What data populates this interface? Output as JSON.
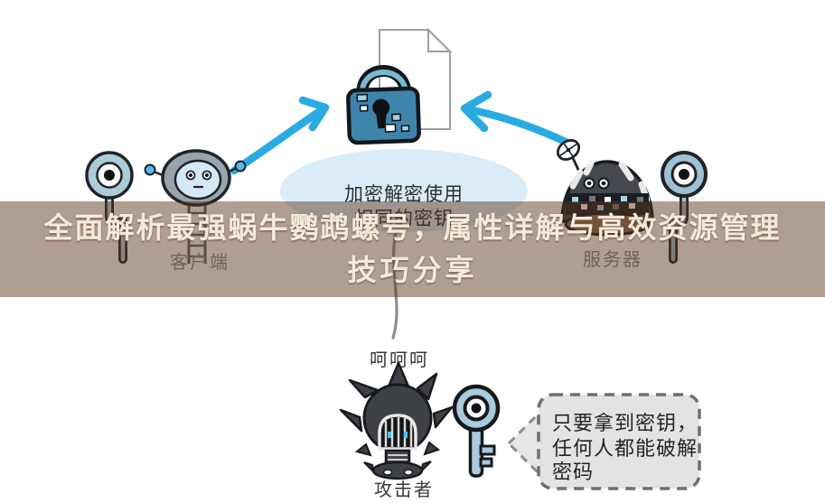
{
  "banner": {
    "title_line1": "全面解析最强蜗牛鹦鹉螺号，属性详解与高效资源管理",
    "title_line2": "技巧分享"
  },
  "diagram": {
    "ellipse_caption": {
      "line1": "加密解密使用",
      "line2": "相同的密钥"
    },
    "client_label": "客户端",
    "server_label": "服务器",
    "attacker_label": "攻击者",
    "attacker_laugh": "呵呵呵",
    "bubble": {
      "line1": "只要拿到密钥，",
      "line2": "任何人都能破解",
      "line3": "密码"
    }
  },
  "icons": {
    "lock-icon": "blue padlock on document",
    "document-icon": "page with folded corner",
    "key-icon": "blue skeleton key",
    "key-pole-icon": "key-shaped antenna pole",
    "satellite-dish-icon": "dish antenna on server robot",
    "arrow-icon": "hand-drawn blue arrow",
    "dashed-arrow-icon": "dashed gray arrow from speech bubble"
  },
  "colors": {
    "accent_blue": "#29ABE2",
    "lock_blue": "#3E85AC",
    "ellipse_fill": "#D9ECF7",
    "key_fill": "#A9CBDC",
    "banner_overlay": "rgba(90,52,30,0.48)",
    "title_text": "#F2EBDC",
    "label_gray": "#8B8B8B",
    "bubble_fill": "#E3E3E3",
    "attacker_fill": "#3E4247",
    "outline_dark": "#17191C"
  }
}
